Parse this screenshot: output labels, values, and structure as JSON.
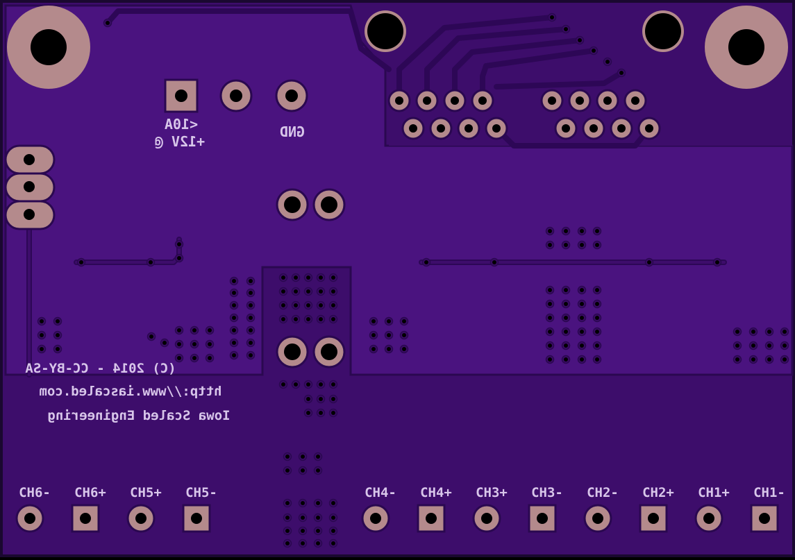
{
  "colors": {
    "board": "#3d0d6b",
    "copper": "#4a137f",
    "trace": "#3a0b66",
    "pad": "#b48a8c",
    "hole": "#000000",
    "silk": "#d8c6ea",
    "edge": "#1a0830"
  },
  "silk": {
    "power_label_1": "+12V @",
    "power_label_2": "<10A",
    "gnd_label": "GND",
    "copyright": "(C) 2014 - CC-BY-SA",
    "url": "http://www.iascaled.com",
    "company": "Iowa Scaled Engineering"
  },
  "channels": [
    "CH6-",
    "CH6+",
    "CH5+",
    "CH5-",
    "CH4-",
    "CH4+",
    "CH3+",
    "CH3-",
    "CH2-",
    "CH2+",
    "CH1+",
    "CH1-"
  ]
}
